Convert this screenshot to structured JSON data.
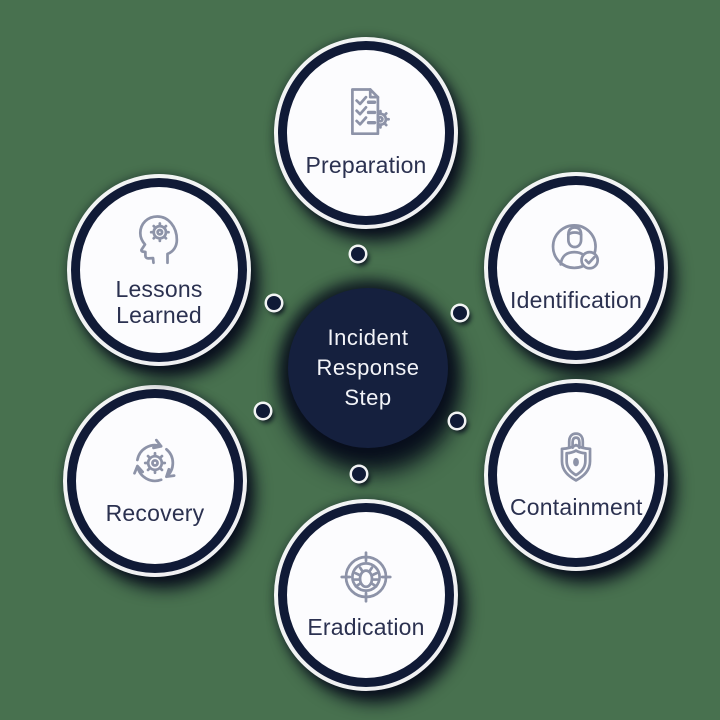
{
  "diagram": {
    "title": "Incident Response Step",
    "center": {
      "lines": [
        "Incident",
        "Response",
        "Step"
      ]
    },
    "steps": [
      {
        "label": "Preparation",
        "icon": "checklist-gear-icon"
      },
      {
        "label": "Identification",
        "icon": "user-check-icon"
      },
      {
        "label": "Containment",
        "icon": "shield-lock-icon"
      },
      {
        "label": "Eradication",
        "icon": "bug-target-icon"
      },
      {
        "label": "Recovery",
        "icon": "gear-cycle-icon"
      },
      {
        "label": "Lessons Learned",
        "icon": "head-gear-icon"
      }
    ],
    "colors": {
      "background": "#48714F",
      "circle_border": "#101A36",
      "circle_fill": "#FCFCFE",
      "center_fill": "#15203E",
      "icon_stroke": "#8D93A8",
      "label_text": "#2B3150",
      "center_text": "#F3F4F8",
      "shadow": "#05091A"
    }
  }
}
